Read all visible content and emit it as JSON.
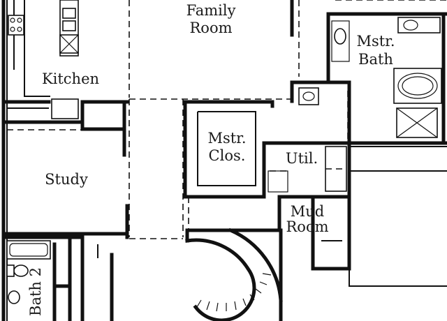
{
  "rooms": {
    "family": {
      "line1": "Family",
      "line2": "Room"
    },
    "kitchen": {
      "label": "Kitchen"
    },
    "mstr_bath": {
      "line1": "Mstr.",
      "line2": "Bath"
    },
    "mstr_clos": {
      "line1": "Mstr.",
      "line2": "Clos."
    },
    "util": {
      "label": "Util."
    },
    "study": {
      "label": "Study"
    },
    "mud": {
      "line1": "Mud",
      "line2": "Room"
    },
    "bath2": {
      "label": "Bath 2"
    }
  }
}
